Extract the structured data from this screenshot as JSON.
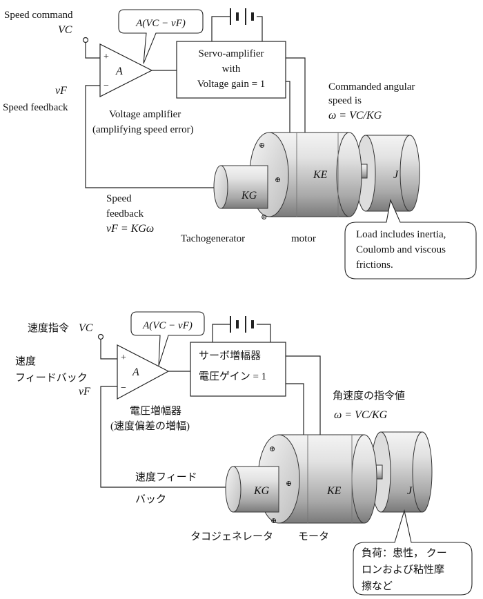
{
  "english": {
    "speed_command_label": "Speed command",
    "speed_command_symbol": "VC",
    "vf_symbol": "vF",
    "speed_feedback_left": "Speed feedback",
    "amp_symbol": "A",
    "plus_sign": "+",
    "minus_sign": "−",
    "amp_output_callout": "A(VC − vF)",
    "servo_line1": "Servo-amplifier",
    "servo_line2": "with",
    "servo_line3": "Voltage gain = 1",
    "voltage_amp_line1": "Voltage amplifier",
    "voltage_amp_line2": "(amplifying speed error)",
    "commanded_line1": "Commanded angular",
    "commanded_line2": "speed is",
    "commanded_formula": "ω = VC/KG",
    "ke_label": "KE",
    "kg_label": "KG",
    "j_label": "J",
    "feedback_line1": "Speed",
    "feedback_line2": "feedback",
    "feedback_formula": "vF = KGω",
    "tachogenerator": "Tachogenerator",
    "motor": "motor",
    "load_line1": "Load includes inertia,",
    "load_line2": "Coulomb and viscous",
    "load_line3": "frictions."
  },
  "japanese": {
    "speed_command_label": "速度指令",
    "speed_command_symbol": "VC",
    "speed_feedback_line1": "速度",
    "speed_feedback_line2": "フィードバック",
    "vf_symbol": "vF",
    "amp_symbol": "A",
    "plus_sign": "+",
    "minus_sign": "−",
    "amp_output_callout": "A(VC − vF)",
    "servo_line1": "サーボ増幅器",
    "servo_line2": "電圧ゲイン = 1",
    "voltage_amp_line1": "電圧増幅器",
    "voltage_amp_line2": "(速度偏差の増幅)",
    "commanded_line1": "角速度の指令値",
    "commanded_formula": "ω = VC/KG",
    "feedback_line1": "速度フィード",
    "feedback_line2": "バック",
    "kg_label": "KG",
    "ke_label": "KE",
    "j_label": "J",
    "tachogenerator": "タコジェネレータ",
    "motor": "モータ",
    "load_line1": "負荷：患性， クー",
    "load_line2": "ロンおよび粘性摩",
    "load_line3": "擦など"
  }
}
